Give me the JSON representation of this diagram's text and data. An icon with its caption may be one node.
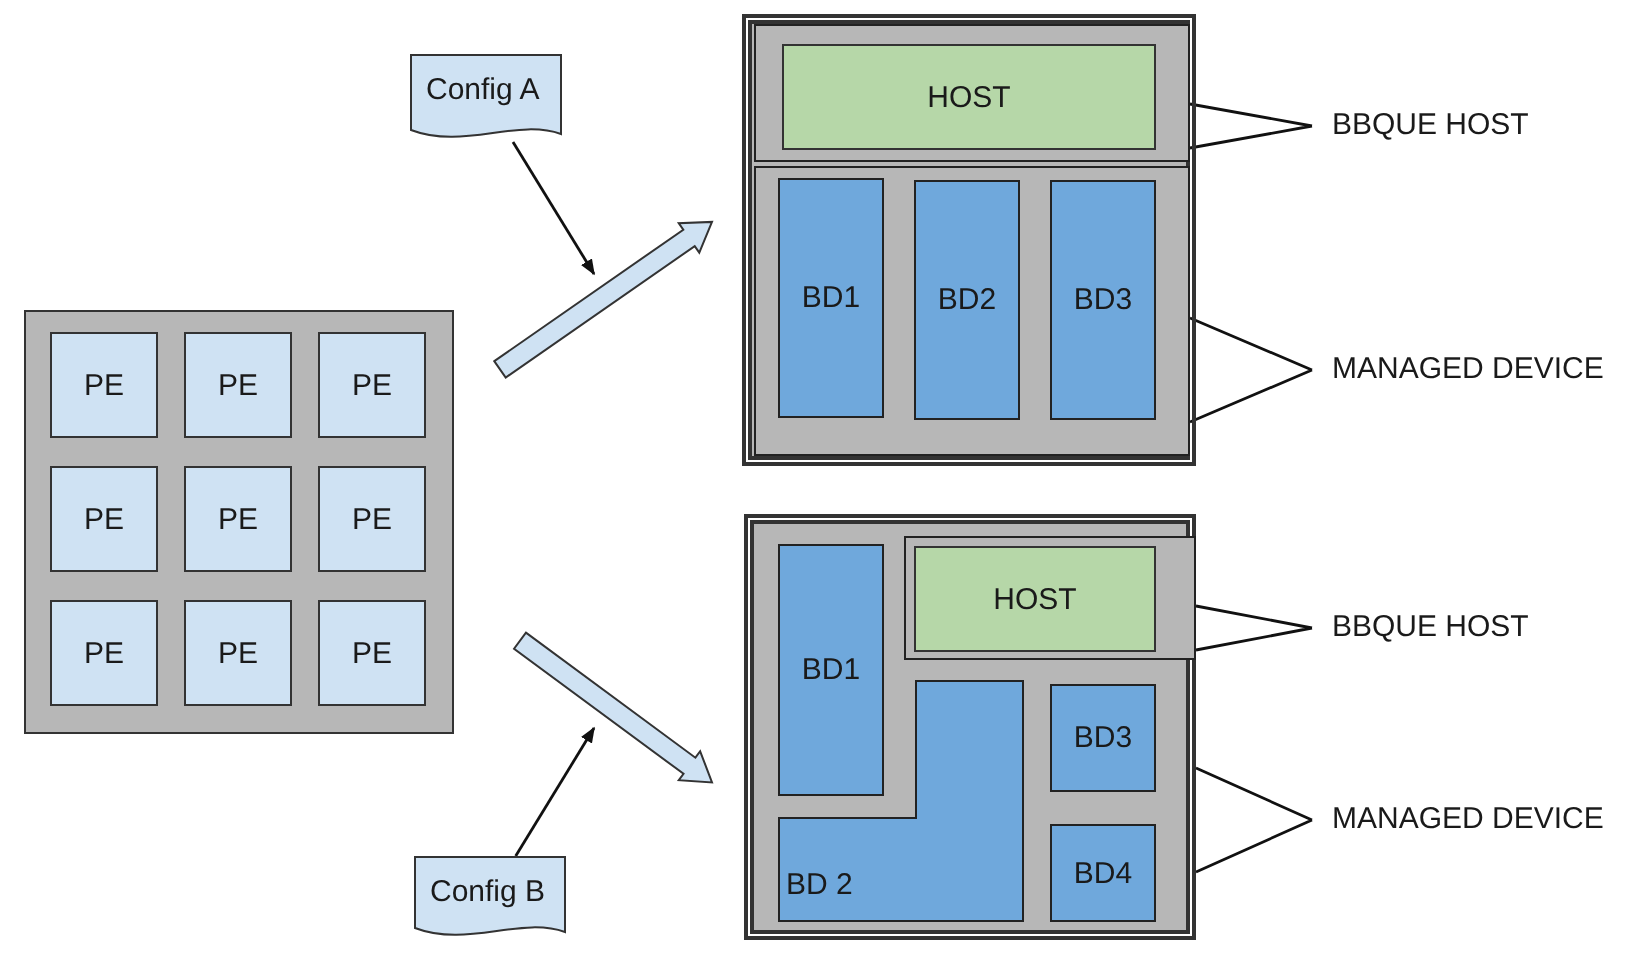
{
  "diagram": {
    "nodes": [
      {
        "text": [],
        "shape": "box"
      },
      {
        "text": [
          "PE"
        ],
        "in": 0
      },
      {
        "text": [
          "PE"
        ],
        "in": 0
      },
      {
        "text": [
          "PE"
        ],
        "in": 0
      },
      {
        "text": [
          "PE"
        ],
        "in": 0
      },
      {
        "text": [
          "PE"
        ],
        "in": 0
      },
      {
        "text": [
          "PE"
        ],
        "in": 0
      },
      {
        "text": [
          "PE"
        ],
        "in": 0
      },
      {
        "text": [
          "PE"
        ],
        "in": 0
      },
      {
        "text": [
          "PE"
        ],
        "in": 0
      },
      {
        "text": [],
        "shape": "box"
      },
      {
        "text": [],
        "shape": "box",
        "in": 10
      },
      {
        "text": [
          "HOST"
        ],
        "in": 11
      },
      {
        "text": [],
        "shape": "box",
        "in": 10
      },
      {
        "text": [
          "BD1"
        ],
        "in": 13
      },
      {
        "text": [
          "BD2"
        ],
        "in": 13
      },
      {
        "text": [
          "BD3"
        ],
        "in": 13
      },
      {
        "text": [],
        "shape": "box"
      },
      {
        "text": [],
        "shape": "box",
        "in": 17
      },
      {
        "text": [
          "HOST"
        ],
        "in": 18
      },
      {
        "text": [
          "BD1"
        ],
        "in": 17
      },
      {
        "text": [
          "BD 2"
        ],
        "in": 17
      },
      {
        "text": [
          "BD3"
        ],
        "in": 17
      },
      {
        "text": [
          "BD4"
        ],
        "in": 17
      },
      {
        "text": [
          "Config A"
        ]
      },
      {
        "text": [
          "Config B"
        ]
      },
      {
        "text": [
          "BBQUE HOST"
        ]
      },
      {
        "text": [
          "MANAGED DEVICE"
        ]
      },
      {
        "text": [
          "BBQUE HOST"
        ]
      },
      {
        "text": [
          "MANAGED DEVICE"
        ]
      }
    ],
    "edges": [
      {
        "from": 0,
        "to": 10,
        "arrow": "to",
        "style": "thick"
      },
      {
        "from": 0,
        "to": 17,
        "arrow": "to",
        "style": "thick"
      },
      {
        "from": 24,
        "to": null,
        "arrow": "to"
      },
      {
        "from": 25,
        "to": null,
        "arrow": "to"
      },
      {
        "from": 26,
        "to": 11,
        "arrow": "none"
      },
      {
        "from": 27,
        "to": 13,
        "arrow": "none"
      },
      {
        "from": 28,
        "to": 18,
        "arrow": "none"
      },
      {
        "from": 29,
        "to": 17,
        "arrow": "none"
      }
    ]
  }
}
